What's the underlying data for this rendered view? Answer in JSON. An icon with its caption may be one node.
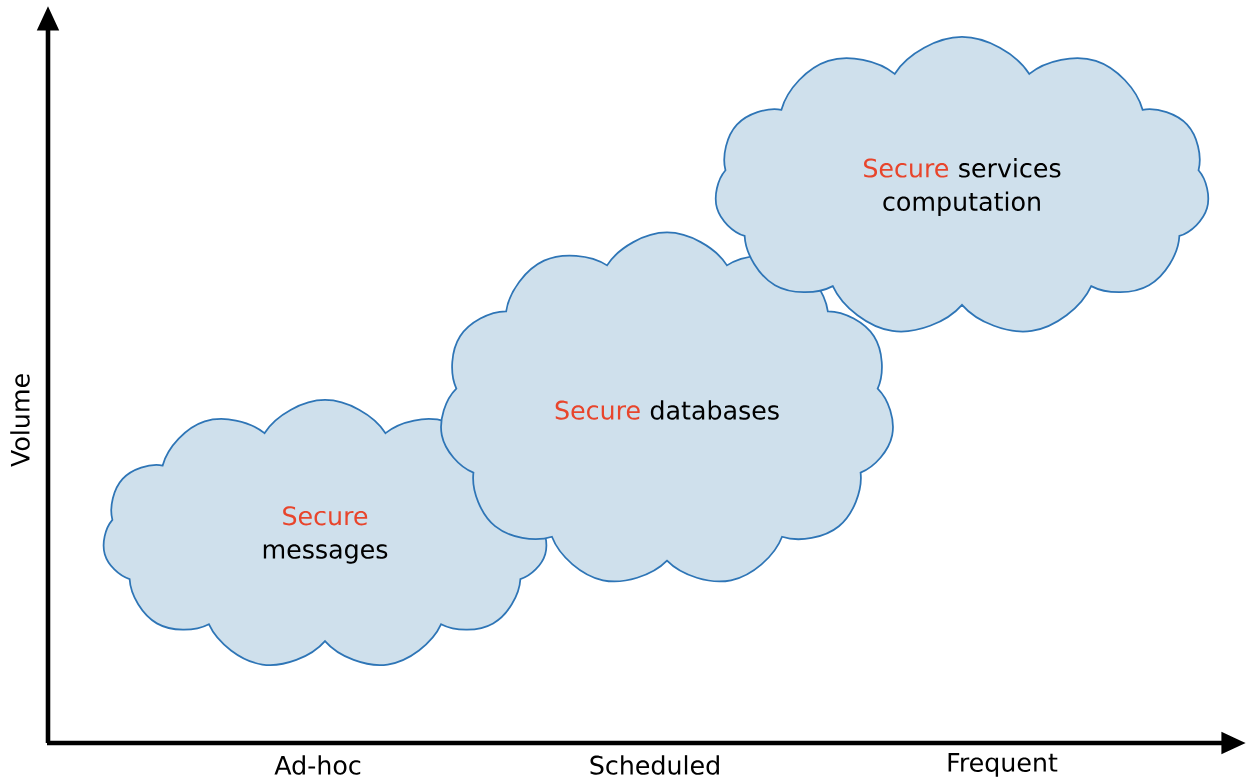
{
  "diagram": {
    "nodes": [
      {
        "text": [
          "Secure",
          "messages"
        ]
      },
      {
        "text": [
          "Secure",
          "databases"
        ]
      },
      {
        "text": [
          "Secure",
          "services computation"
        ]
      }
    ],
    "labels": [
      "Volume",
      "Ad-hoc",
      "Scheduled",
      "Frequent"
    ]
  }
}
